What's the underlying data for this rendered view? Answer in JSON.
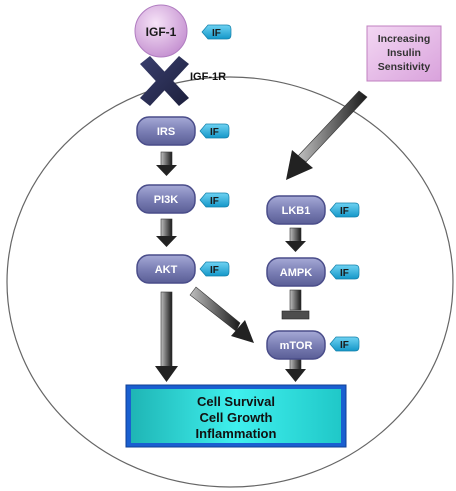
{
  "nodes": {
    "igf1": "IGF-1",
    "igf1r": "IGF-1R",
    "irs": "IRS",
    "pi3k": "PI3K",
    "akt": "AKT",
    "lkb1": "LKB1",
    "ampk": "AMPK",
    "mtor": "mTOR"
  },
  "badge_label": "IF",
  "insulin_box": {
    "line1": "Increasing",
    "line2": "Insulin",
    "line3": "Sensitivity"
  },
  "outcome": {
    "line1": "Cell Survival",
    "line2": "Cell Growth",
    "line3": "Inflammation"
  },
  "colors": {
    "node_fill": "#7b7fb5",
    "node_border": "#4a4d8a",
    "badge_fill": "#28b4e0",
    "insulin_fill": "#e8b8e8",
    "igf1_fill": "#d9a8e0",
    "outcome_fill": "#2ad6d6",
    "outcome_border": "#1a5fd0"
  }
}
